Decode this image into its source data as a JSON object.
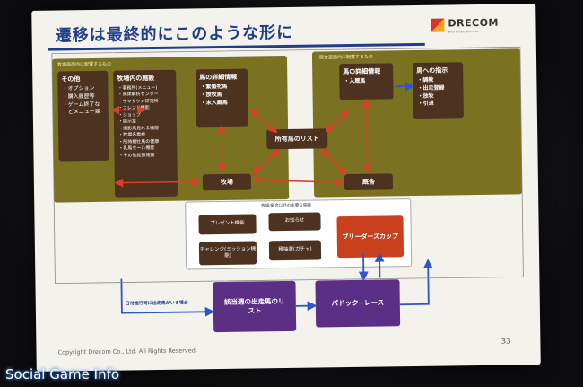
{
  "slide": {
    "title": "遷移は最終的にこのような形に",
    "logo_text": "DRECOM",
    "logo_sub": "with entertainment",
    "copyright": "Copyright Drecom Co., Ltd. All Rights Reserved.",
    "page_number": "33"
  },
  "left_panel": {
    "title": "牧場画面内に配置するもの",
    "other_box": {
      "heading": "その他",
      "items": [
        "オプション",
        "購入履歴等",
        "ゲーム終了などメニュー類"
      ]
    },
    "facilities_box": {
      "heading": "牧場内の施設",
      "items": [
        "事務所(メニュー)",
        "馬体解析センター",
        "ウマタツメ研究所",
        "フレンド機能",
        "ショップ",
        "展示室",
        "撮影馬見れる機能",
        "牧場名看板",
        "所持種牡馬の健康",
        "乳馬セール機能",
        "その他拡張施設"
      ]
    },
    "horse_detail_box": {
      "heading": "馬の詳細情報",
      "items": [
        "繁殖牝馬",
        "放牧馬",
        "未入厩馬"
      ]
    },
    "ranch_label": "牧場"
  },
  "right_panel": {
    "title": "厩舎画面内に配置するもの",
    "horse_detail_box": {
      "heading": "馬の詳細情報",
      "items": [
        "入厩馬"
      ]
    },
    "instructions_box": {
      "heading": "馬への指示",
      "items": [
        "調教",
        "出走登録",
        "放牧",
        "引退"
      ]
    },
    "stable_label": "厩舎"
  },
  "center": {
    "horse_list_label": "所有馬のリスト"
  },
  "sub_area": {
    "title": "牧場/厩舎以外の主要な導線",
    "items": [
      "プレゼント機能",
      "お知らせ",
      "チャレンジ(ミッション機能)",
      "種抽選(ガチャ)"
    ],
    "highlight": "ブリーダーズカップ"
  },
  "bottom": {
    "note": "日付進行時に出走馬がいる場合",
    "race_list_label": "該当週の出走馬のリスト",
    "paddock_label": "パドック~レース"
  },
  "watermark": "Social Game Info",
  "colors": {
    "title_blue": "#1f3e8c",
    "panel_olive": "#7a7220",
    "box_brown": "#4d3220",
    "arrow_red": "#d9402a",
    "arrow_blue": "#2d56c8",
    "purple": "#5c2f86",
    "highlight_red": "#c9401f"
  }
}
